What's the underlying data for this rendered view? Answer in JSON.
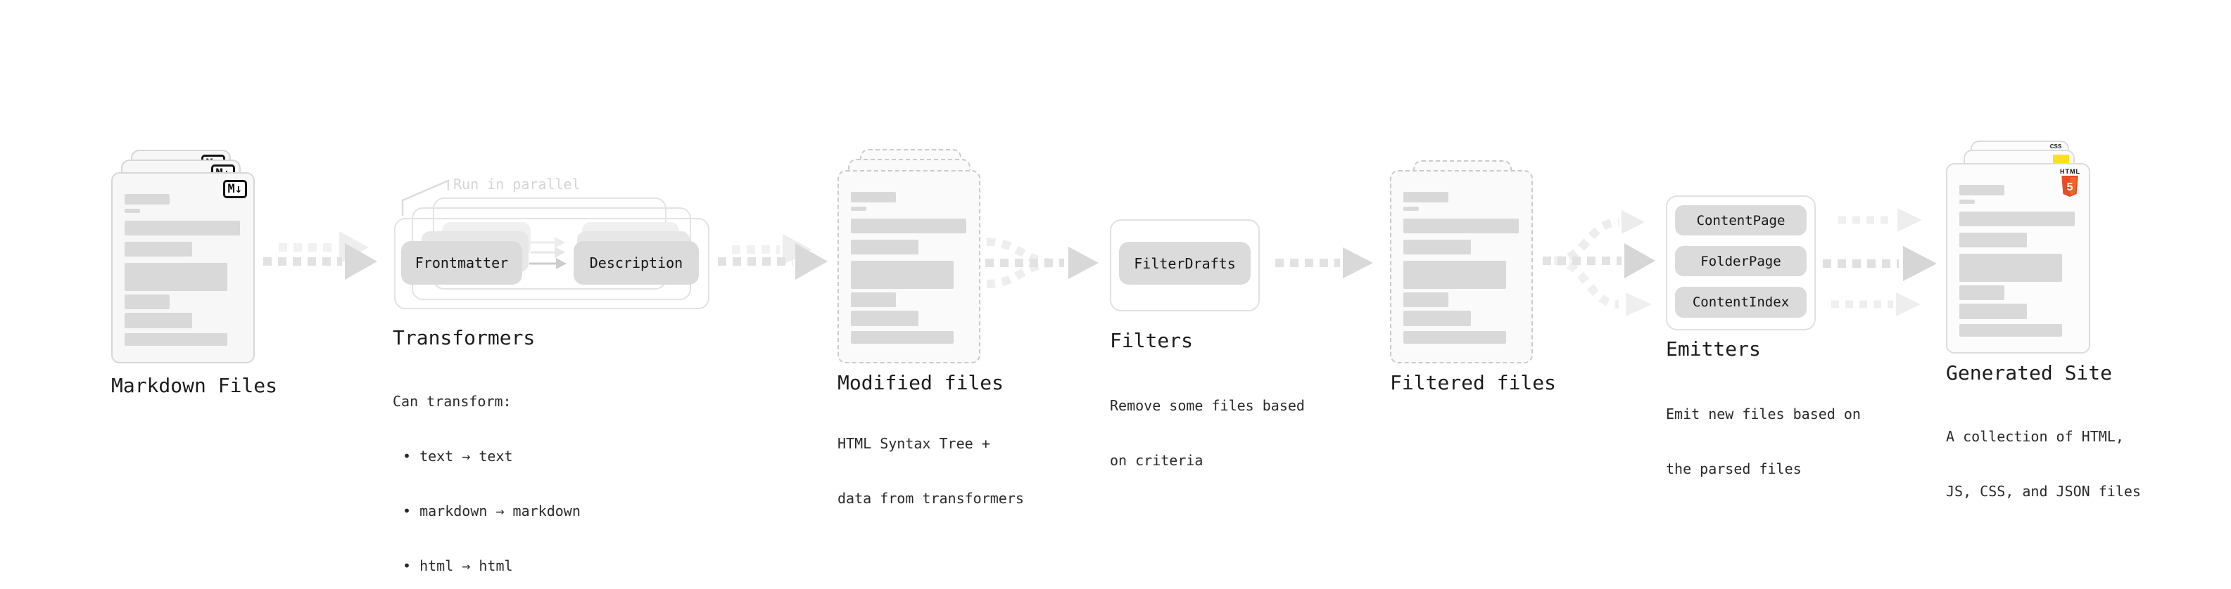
{
  "stages": {
    "markdown": {
      "label": "Markdown Files",
      "badge": "M↓"
    },
    "transformers": {
      "note": "Run in parallel",
      "pill_left": "Frontmatter",
      "pill_right": "Description",
      "heading": "Transformers",
      "desc_title": "Can transform:",
      "bullets": [
        "• text → text",
        "• markdown → markdown",
        "• html → html"
      ]
    },
    "modified": {
      "label": "Modified files",
      "desc_line1": "HTML Syntax Tree +",
      "desc_line2": "data from transformers"
    },
    "filters": {
      "heading": "Filters",
      "pill": "FilterDrafts",
      "desc_line1": "Remove some files based",
      "desc_line2": "on criteria"
    },
    "filtered": {
      "label": "Filtered files"
    },
    "emitters": {
      "heading": "Emitters",
      "pills": [
        "ContentPage",
        "FolderPage",
        "ContentIndex"
      ],
      "desc_line1": "Emit new files based on",
      "desc_line2": "the parsed files"
    },
    "generated": {
      "label": "Generated Site",
      "desc_line1": "A collection of HTML,",
      "desc_line2": "JS, CSS, and JSON files",
      "css_badge_label": "CSS",
      "html_badge_label": "HTML",
      "html_badge_number": "5"
    }
  },
  "colors": {
    "html5_orange_dark": "#e44d26",
    "html5_orange_light": "#f16529",
    "js_yellow": "#ffdf1b",
    "css_blue": "#2d53e5",
    "arrow_gray": "#d9d9d9",
    "arrow_ghost": "#efefef",
    "text_dark": "#1c1c1c",
    "bar_gray": "#d9d9d9"
  }
}
